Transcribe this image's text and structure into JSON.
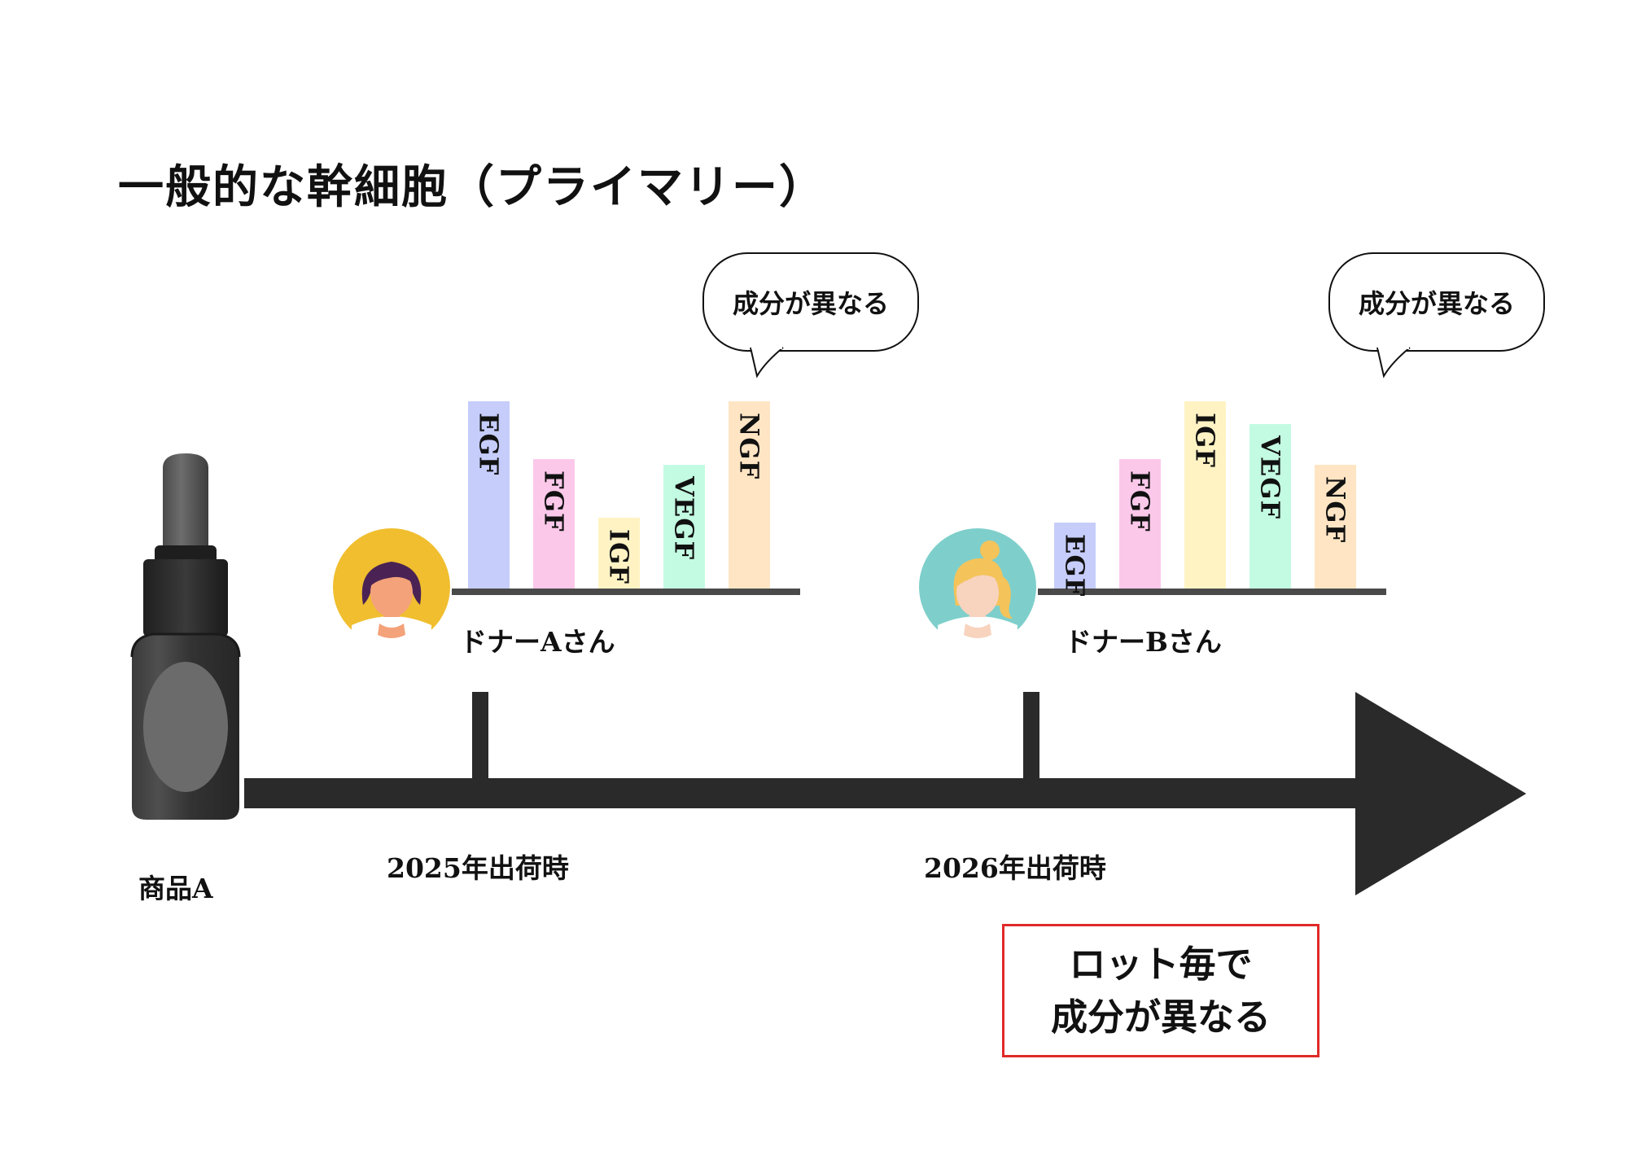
{
  "title": "一般的な幹細胞（プライマリー）",
  "product": {
    "label": "商品A"
  },
  "timeline": {
    "ticks": [
      {
        "label": "2025年出荷時"
      },
      {
        "label": "2026年出荷時"
      }
    ]
  },
  "donors": [
    {
      "name": "ドナーAさん",
      "bubble": "成分が異なる",
      "avatar_bg": "#F0BE2E",
      "hair": "#4A2354",
      "bars": [
        {
          "label": "EGF",
          "level": 1.0,
          "color": "#C6CDFB"
        },
        {
          "label": "FGF",
          "level": 0.69,
          "color": "#FCC8EA"
        },
        {
          "label": "IGF",
          "level": 0.38,
          "color": "#FFF3C4"
        },
        {
          "label": "VEGF",
          "level": 0.66,
          "color": "#C3FBE2"
        },
        {
          "label": "NGF",
          "level": 1.0,
          "color": "#FFE5C4"
        }
      ]
    },
    {
      "name": "ドナーBさん",
      "bubble": "成分が異なる",
      "avatar_bg": "#7ECFCB",
      "hair": "#F4C35A",
      "bars": [
        {
          "label": "EGF",
          "level": 0.35,
          "color": "#C6CDFB"
        },
        {
          "label": "FGF",
          "level": 0.69,
          "color": "#FCC8EA"
        },
        {
          "label": "IGF",
          "level": 1.0,
          "color": "#FFF3C4"
        },
        {
          "label": "VEGF",
          "level": 0.88,
          "color": "#C3FBE2"
        },
        {
          "label": "NGF",
          "level": 0.66,
          "color": "#FFE5C4"
        }
      ]
    }
  ],
  "note": {
    "line1": "ロット毎で",
    "line2": "成分が異なる",
    "border_color": "#E02A2A"
  }
}
